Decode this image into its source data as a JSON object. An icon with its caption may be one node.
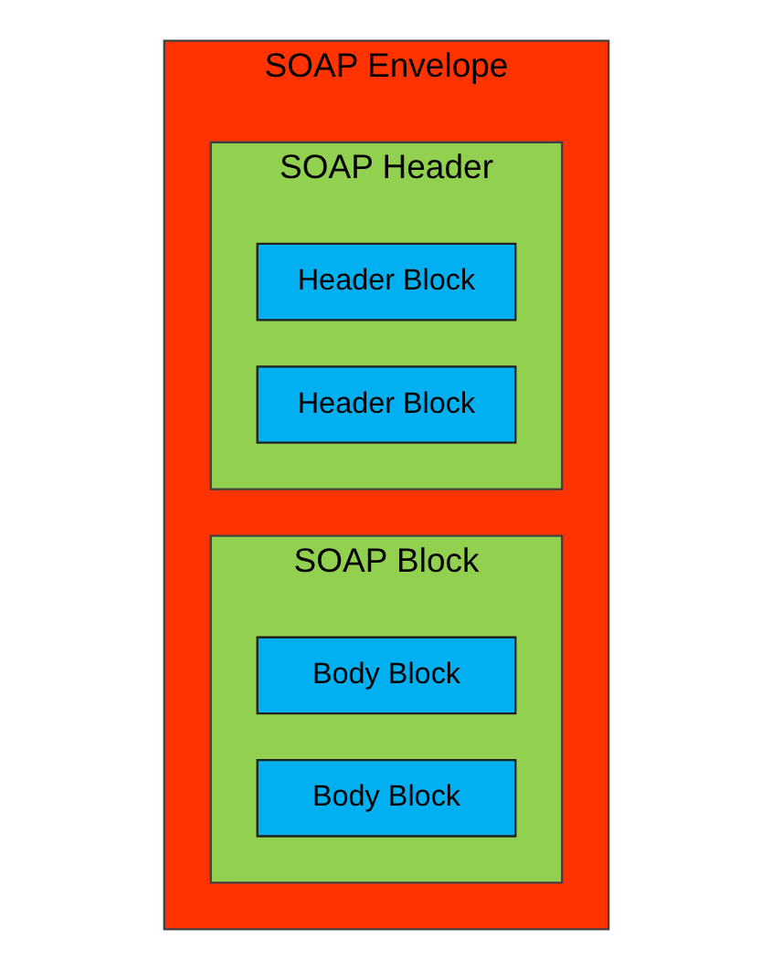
{
  "diagram": {
    "nodes": [
      {
        "text": [
          "SOAP Envelope"
        ]
      },
      {
        "text": [
          "SOAP Header"
        ],
        "in": 0
      },
      {
        "text": [
          "Header Block"
        ],
        "in": 1
      },
      {
        "text": [
          "Header Block"
        ],
        "in": 1
      },
      {
        "text": [
          "SOAP Block"
        ],
        "in": 0
      },
      {
        "text": [
          "Body Block"
        ],
        "in": 4
      },
      {
        "text": [
          "Body Block"
        ],
        "in": 4
      }
    ]
  }
}
